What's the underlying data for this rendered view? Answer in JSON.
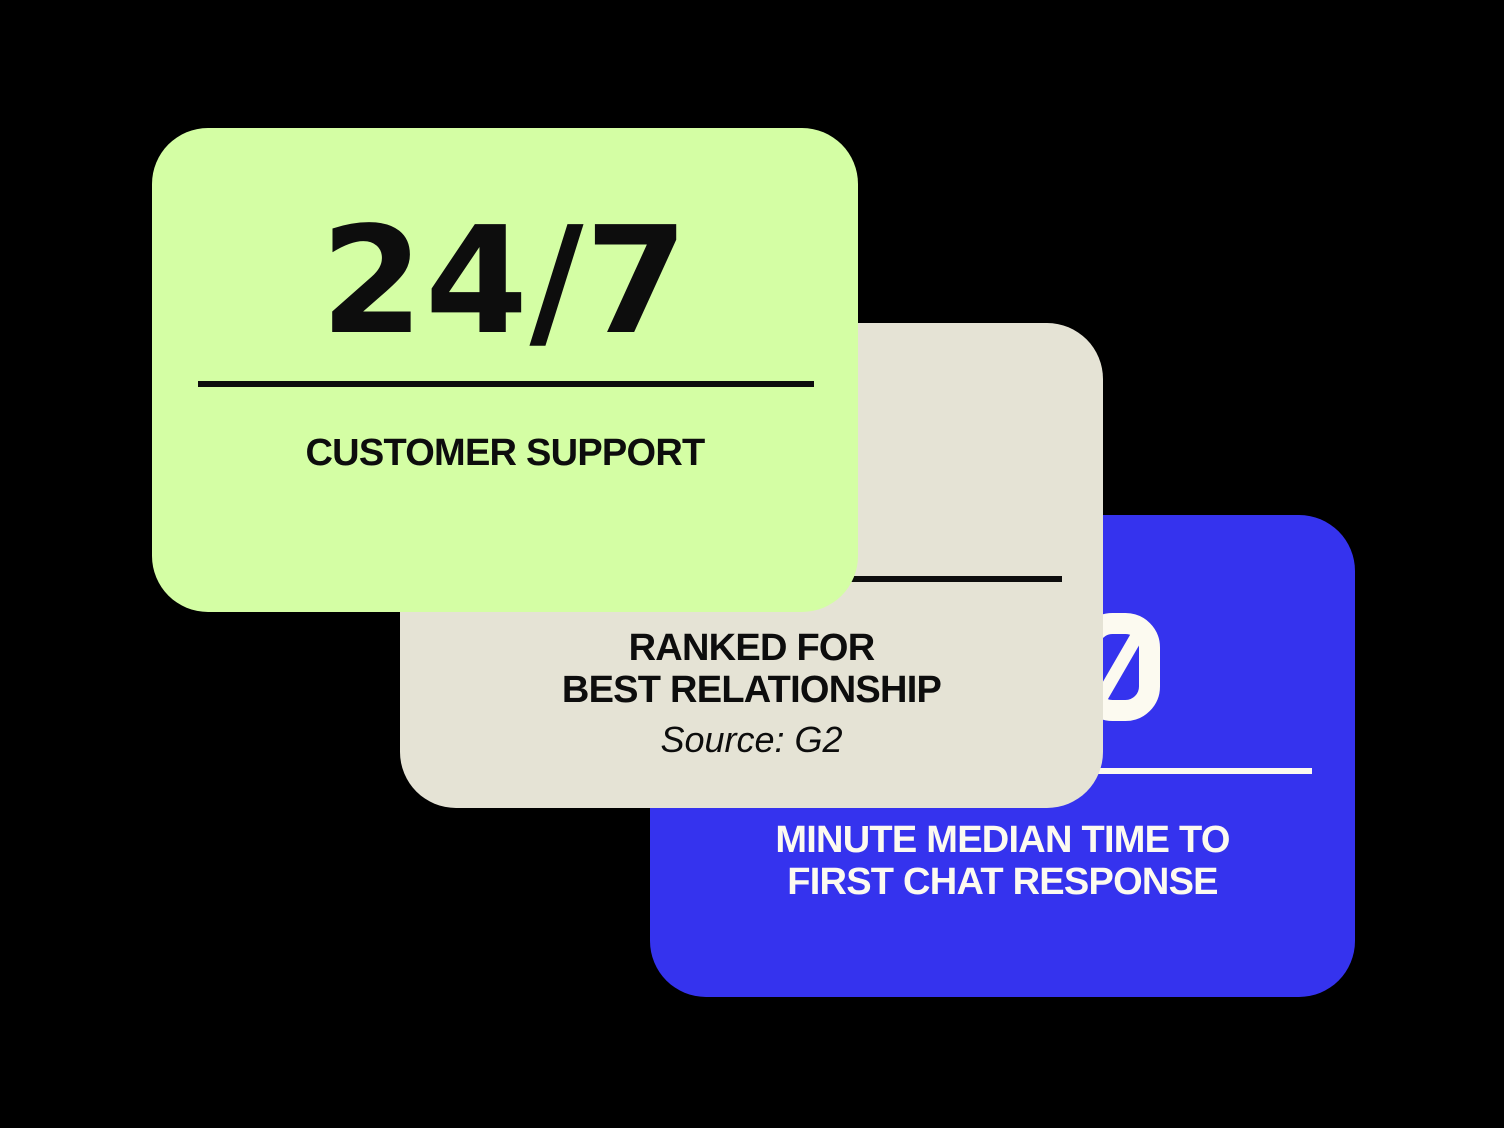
{
  "canvas": {
    "background_color": "#000000"
  },
  "colors": {
    "card_green": "#d4fea4",
    "card_beige": "#e5e3d5",
    "card_blue": "#3533ee",
    "text_dark": "#0d0d0d",
    "text_cream": "#fcfaf0"
  },
  "cards": {
    "support": {
      "stat": "24/7",
      "label": "CUSTOMER SUPPORT"
    },
    "ranking": {
      "label_line1": "RANKED FOR",
      "label_line2": "BEST RELATIONSHIP",
      "source": "Source: G2"
    },
    "response": {
      "stat": "0",
      "stat_glyph": "slashed-zero",
      "label_line1": "MINUTE MEDIAN TIME TO",
      "label_line2": "FIRST CHAT RESPONSE"
    }
  }
}
